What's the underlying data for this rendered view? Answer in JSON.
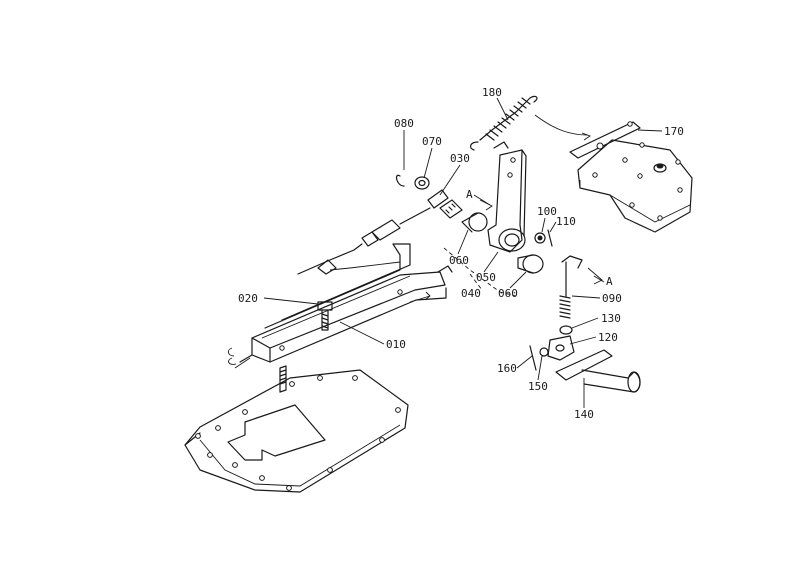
{
  "callouts": [
    {
      "key": "p180",
      "text": "180"
    },
    {
      "key": "p170",
      "text": "170"
    },
    {
      "key": "p080",
      "text": "080"
    },
    {
      "key": "p070",
      "text": "070"
    },
    {
      "key": "p030",
      "text": "030"
    },
    {
      "key": "pA1",
      "text": "A"
    },
    {
      "key": "p100",
      "text": "100"
    },
    {
      "key": "p110",
      "text": "110"
    },
    {
      "key": "p060a",
      "text": "060"
    },
    {
      "key": "p050",
      "text": "050"
    },
    {
      "key": "p040",
      "text": "040"
    },
    {
      "key": "p060b",
      "text": "060"
    },
    {
      "key": "pA2",
      "text": "A"
    },
    {
      "key": "p090",
      "text": "090"
    },
    {
      "key": "p020",
      "text": "020"
    },
    {
      "key": "p010",
      "text": "010"
    },
    {
      "key": "p130",
      "text": "130"
    },
    {
      "key": "p120",
      "text": "120"
    },
    {
      "key": "p160",
      "text": "160"
    },
    {
      "key": "p150",
      "text": "150"
    },
    {
      "key": "p140",
      "text": "140"
    }
  ]
}
